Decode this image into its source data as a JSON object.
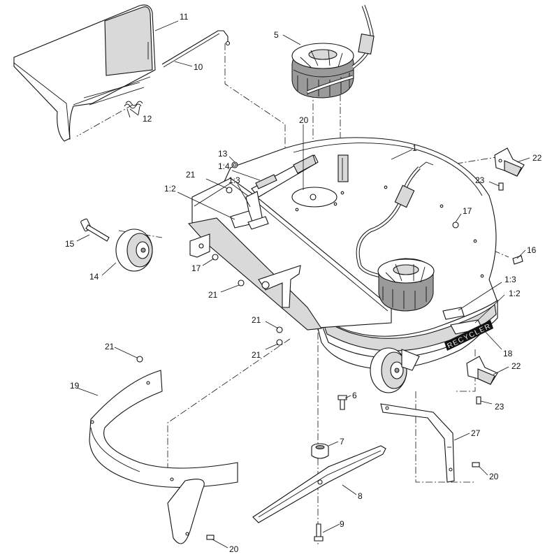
{
  "decal_text": "RECYCLER",
  "callouts": [
    {
      "id": "c11",
      "label": "11"
    },
    {
      "id": "c10",
      "label": "10"
    },
    {
      "id": "c12",
      "label": "12"
    },
    {
      "id": "c5",
      "label": "5"
    },
    {
      "id": "c20a",
      "label": "20"
    },
    {
      "id": "c1",
      "label": "1"
    },
    {
      "id": "c22a",
      "label": "22"
    },
    {
      "id": "c23a",
      "label": "23"
    },
    {
      "id": "c13",
      "label": "13"
    },
    {
      "id": "c14l",
      "label": "1:4"
    },
    {
      "id": "c21a",
      "label": "21"
    },
    {
      "id": "c13l",
      "label": "1:3"
    },
    {
      "id": "c12l",
      "label": "1:2"
    },
    {
      "id": "c17a",
      "label": "17"
    },
    {
      "id": "c16",
      "label": "16"
    },
    {
      "id": "c15",
      "label": "15"
    },
    {
      "id": "c14",
      "label": "14"
    },
    {
      "id": "c17b",
      "label": "17"
    },
    {
      "id": "c21b",
      "label": "21"
    },
    {
      "id": "c13r",
      "label": "1:3"
    },
    {
      "id": "c12r",
      "label": "1:2"
    },
    {
      "id": "c21c",
      "label": "21"
    },
    {
      "id": "c21d",
      "label": "21"
    },
    {
      "id": "c18",
      "label": "18"
    },
    {
      "id": "c21e",
      "label": "21"
    },
    {
      "id": "c19",
      "label": "19"
    },
    {
      "id": "c22b",
      "label": "22"
    },
    {
      "id": "c6",
      "label": "6"
    },
    {
      "id": "c23b",
      "label": "23"
    },
    {
      "id": "c7",
      "label": "7"
    },
    {
      "id": "c27",
      "label": "27"
    },
    {
      "id": "c20b",
      "label": "20"
    },
    {
      "id": "c8",
      "label": "8"
    },
    {
      "id": "c9",
      "label": "9"
    },
    {
      "id": "c20c",
      "label": "20"
    }
  ]
}
